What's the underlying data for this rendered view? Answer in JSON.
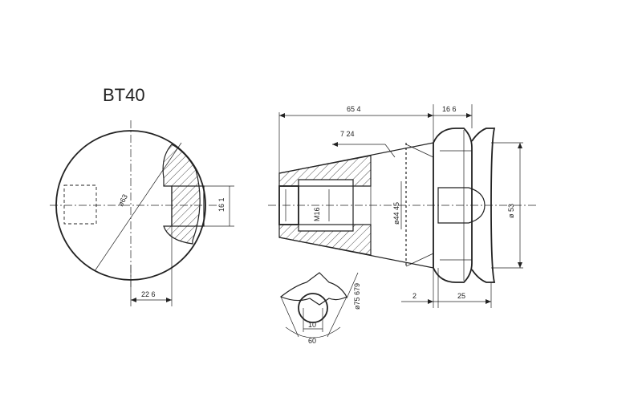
{
  "drawing": {
    "title": "BT40",
    "dimensions": {
      "total_length": "65 4",
      "flange_width": "16 6",
      "taper": "7 24",
      "diameter_63": "ø63",
      "slot_width": "16 1",
      "offset": "22 6",
      "thread": "M16",
      "taper_diameter": "ø44 45",
      "flange_diameter": "ø 53",
      "gauge_diameter": "ø75 679",
      "gap": "2",
      "flange_length": "25",
      "key_width": "10",
      "angle": "60"
    }
  }
}
